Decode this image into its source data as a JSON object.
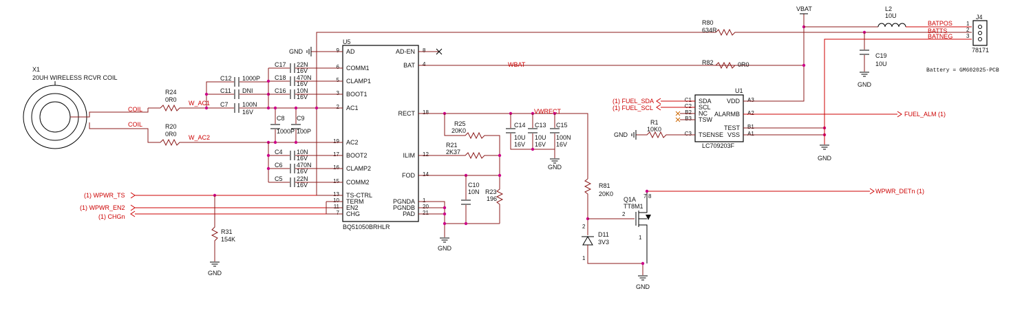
{
  "coil": {
    "ref": "X1",
    "desc": "20UH WIRELESS RCVR COIL",
    "net": "COIL"
  },
  "u5": {
    "ref": "U5",
    "part": "BQ51050BRHLR",
    "left_pins": [
      {
        "num": "9",
        "name": "AD"
      },
      {
        "num": "6",
        "name": "COMM1"
      },
      {
        "num": "5",
        "name": "CLAMP1"
      },
      {
        "num": "3",
        "name": "BOOT1"
      },
      {
        "num": "2",
        "name": "AC1"
      },
      {
        "num": "19",
        "name": "AC2"
      },
      {
        "num": "17",
        "name": "BOOT2"
      },
      {
        "num": "16",
        "name": "CLAMP2"
      },
      {
        "num": "15",
        "name": "COMM2"
      },
      {
        "num": "13",
        "name": "TS-CTRL"
      },
      {
        "num": "10",
        "name": "TERM"
      },
      {
        "num": "11",
        "name": "EN2"
      },
      {
        "num": "7",
        "name": "CHG"
      }
    ],
    "right_pins": [
      {
        "num": "8",
        "name": "AD-EN"
      },
      {
        "num": "4",
        "name": "BAT"
      },
      {
        "num": "18",
        "name": "RECT"
      },
      {
        "num": "12",
        "name": "ILIM"
      },
      {
        "num": "14",
        "name": "FOD"
      },
      {
        "num": "1",
        "name": "PGNDA"
      },
      {
        "num": "20",
        "name": "PGNDB"
      },
      {
        "num": "21",
        "name": "PAD"
      }
    ]
  },
  "u1": {
    "ref": "U1",
    "part": "LC709203F",
    "left_pins": [
      {
        "num": "C1",
        "name": "SDA"
      },
      {
        "num": "C2",
        "name": "SCL"
      },
      {
        "num": "B2",
        "name": "NC"
      },
      {
        "num": "B3",
        "name": "TSW"
      },
      {
        "num": "C3",
        "name": "TSENSE"
      }
    ],
    "right_pins": [
      {
        "num": "A3",
        "name": "VDD"
      },
      {
        "num": "A2",
        "name": "ALARMB"
      },
      {
        "num": "B1",
        "name": "TEST"
      },
      {
        "num": "A1",
        "name": "VSS"
      }
    ]
  },
  "j4": {
    "ref": "J4",
    "part": "78171",
    "pins": [
      "1",
      "2",
      "3"
    ]
  },
  "components": {
    "c17": {
      "ref": "C17",
      "val": "22N",
      "v": "16V"
    },
    "c18": {
      "ref": "C18",
      "val": "470N",
      "v": "16V"
    },
    "c16": {
      "ref": "C16",
      "val": "10N",
      "v": "16V"
    },
    "c12": {
      "ref": "C12",
      "val": "1000P"
    },
    "c11": {
      "ref": "C11",
      "val": "DNI"
    },
    "c7": {
      "ref": "C7",
      "val": "100N",
      "v": "16V"
    },
    "c8": {
      "ref": "C8",
      "val": "1000P"
    },
    "c9": {
      "ref": "C9",
      "val": "100P"
    },
    "c4": {
      "ref": "C4",
      "val": "10N",
      "v": "16V"
    },
    "c6": {
      "ref": "C6",
      "val": "470N",
      "v": "16V"
    },
    "c5": {
      "ref": "C5",
      "val": "22N",
      "v": "16V"
    },
    "c14": {
      "ref": "C14",
      "val": "10U",
      "v": "16V"
    },
    "c13": {
      "ref": "C13",
      "val": "10U",
      "v": "16V"
    },
    "c15": {
      "ref": "C15",
      "val": "100N",
      "v": "16V"
    },
    "c10": {
      "ref": "C10",
      "val": "10N"
    },
    "c19": {
      "ref": "C19",
      "val": "10U"
    },
    "r24": {
      "ref": "R24",
      "val": "0R0"
    },
    "r20": {
      "ref": "R20",
      "val": "0R0"
    },
    "r25": {
      "ref": "R25",
      "val": "20K0"
    },
    "r21": {
      "ref": "R21",
      "val": "2K37"
    },
    "r23": {
      "ref": "R23",
      "val": "196"
    },
    "r31": {
      "ref": "R31",
      "val": "154K"
    },
    "r80": {
      "ref": "R80",
      "val": "634R"
    },
    "r82": {
      "ref": "R82",
      "val": "0R0"
    },
    "r81": {
      "ref": "R81",
      "val": "20K0"
    },
    "r1": {
      "ref": "R1",
      "val": "10K0"
    },
    "l2": {
      "ref": "L2",
      "val": "10U"
    },
    "d11": {
      "ref": "D11",
      "val": "3V3"
    },
    "q1a": {
      "ref": "Q1A",
      "val": "TT8M1"
    }
  },
  "nets": {
    "w_ac1": "W_AC1",
    "w_ac2": "W_AC2",
    "wbat": "WBAT",
    "vwrect": "VWRECT",
    "vbat": "VBAT",
    "gnd": "GND",
    "batpos": "BATPOS",
    "batts": "BATTS",
    "batneg": "BATNEG"
  },
  "ports": {
    "wpwr_ts": "(1)  WPWR_TS",
    "wpwr_en2": "(1)  WPWR_EN2",
    "chgn": "(1)  CHGn",
    "fuel_sda": "(1)  FUEL_SDA",
    "fuel_scl": "(1)  FUEL_SCL",
    "fuel_alm": "FUEL_ALM  (1)",
    "wpwr_detn": "WPWR_DETn  (1)"
  },
  "note": "Battery = GM602025-PCB",
  "colors": {
    "wire": "#8b1a1a",
    "net_label": "#cc0000",
    "junction": "#cc0088"
  }
}
